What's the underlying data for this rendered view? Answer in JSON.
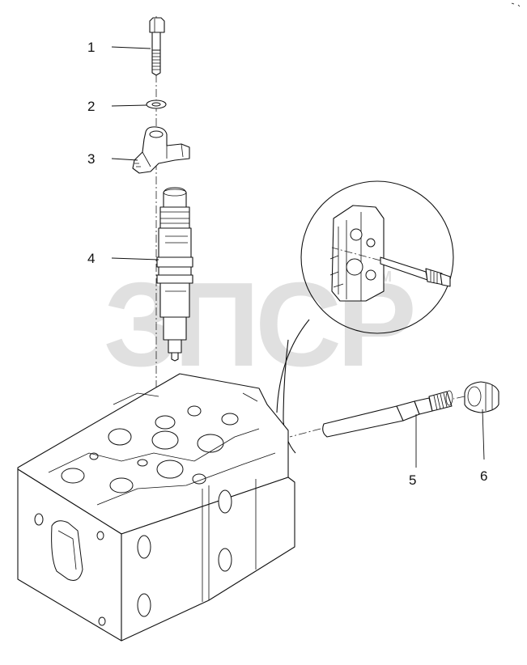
{
  "watermark": {
    "text": "ЗПСР",
    "trademark": "TM"
  },
  "callouts": [
    {
      "id": "1",
      "label": "1"
    },
    {
      "id": "2",
      "label": "2"
    },
    {
      "id": "3",
      "label": "3"
    },
    {
      "id": "4",
      "label": "4"
    },
    {
      "id": "5",
      "label": "5"
    },
    {
      "id": "6",
      "label": "6"
    }
  ],
  "parts": {
    "bolt": "bolt",
    "washer": "washer",
    "clamp": "injector clamp",
    "injector": "fuel injector",
    "connector": "injector connector",
    "nut": "connector nut",
    "head": "cylinder head",
    "detail": "detail view"
  }
}
